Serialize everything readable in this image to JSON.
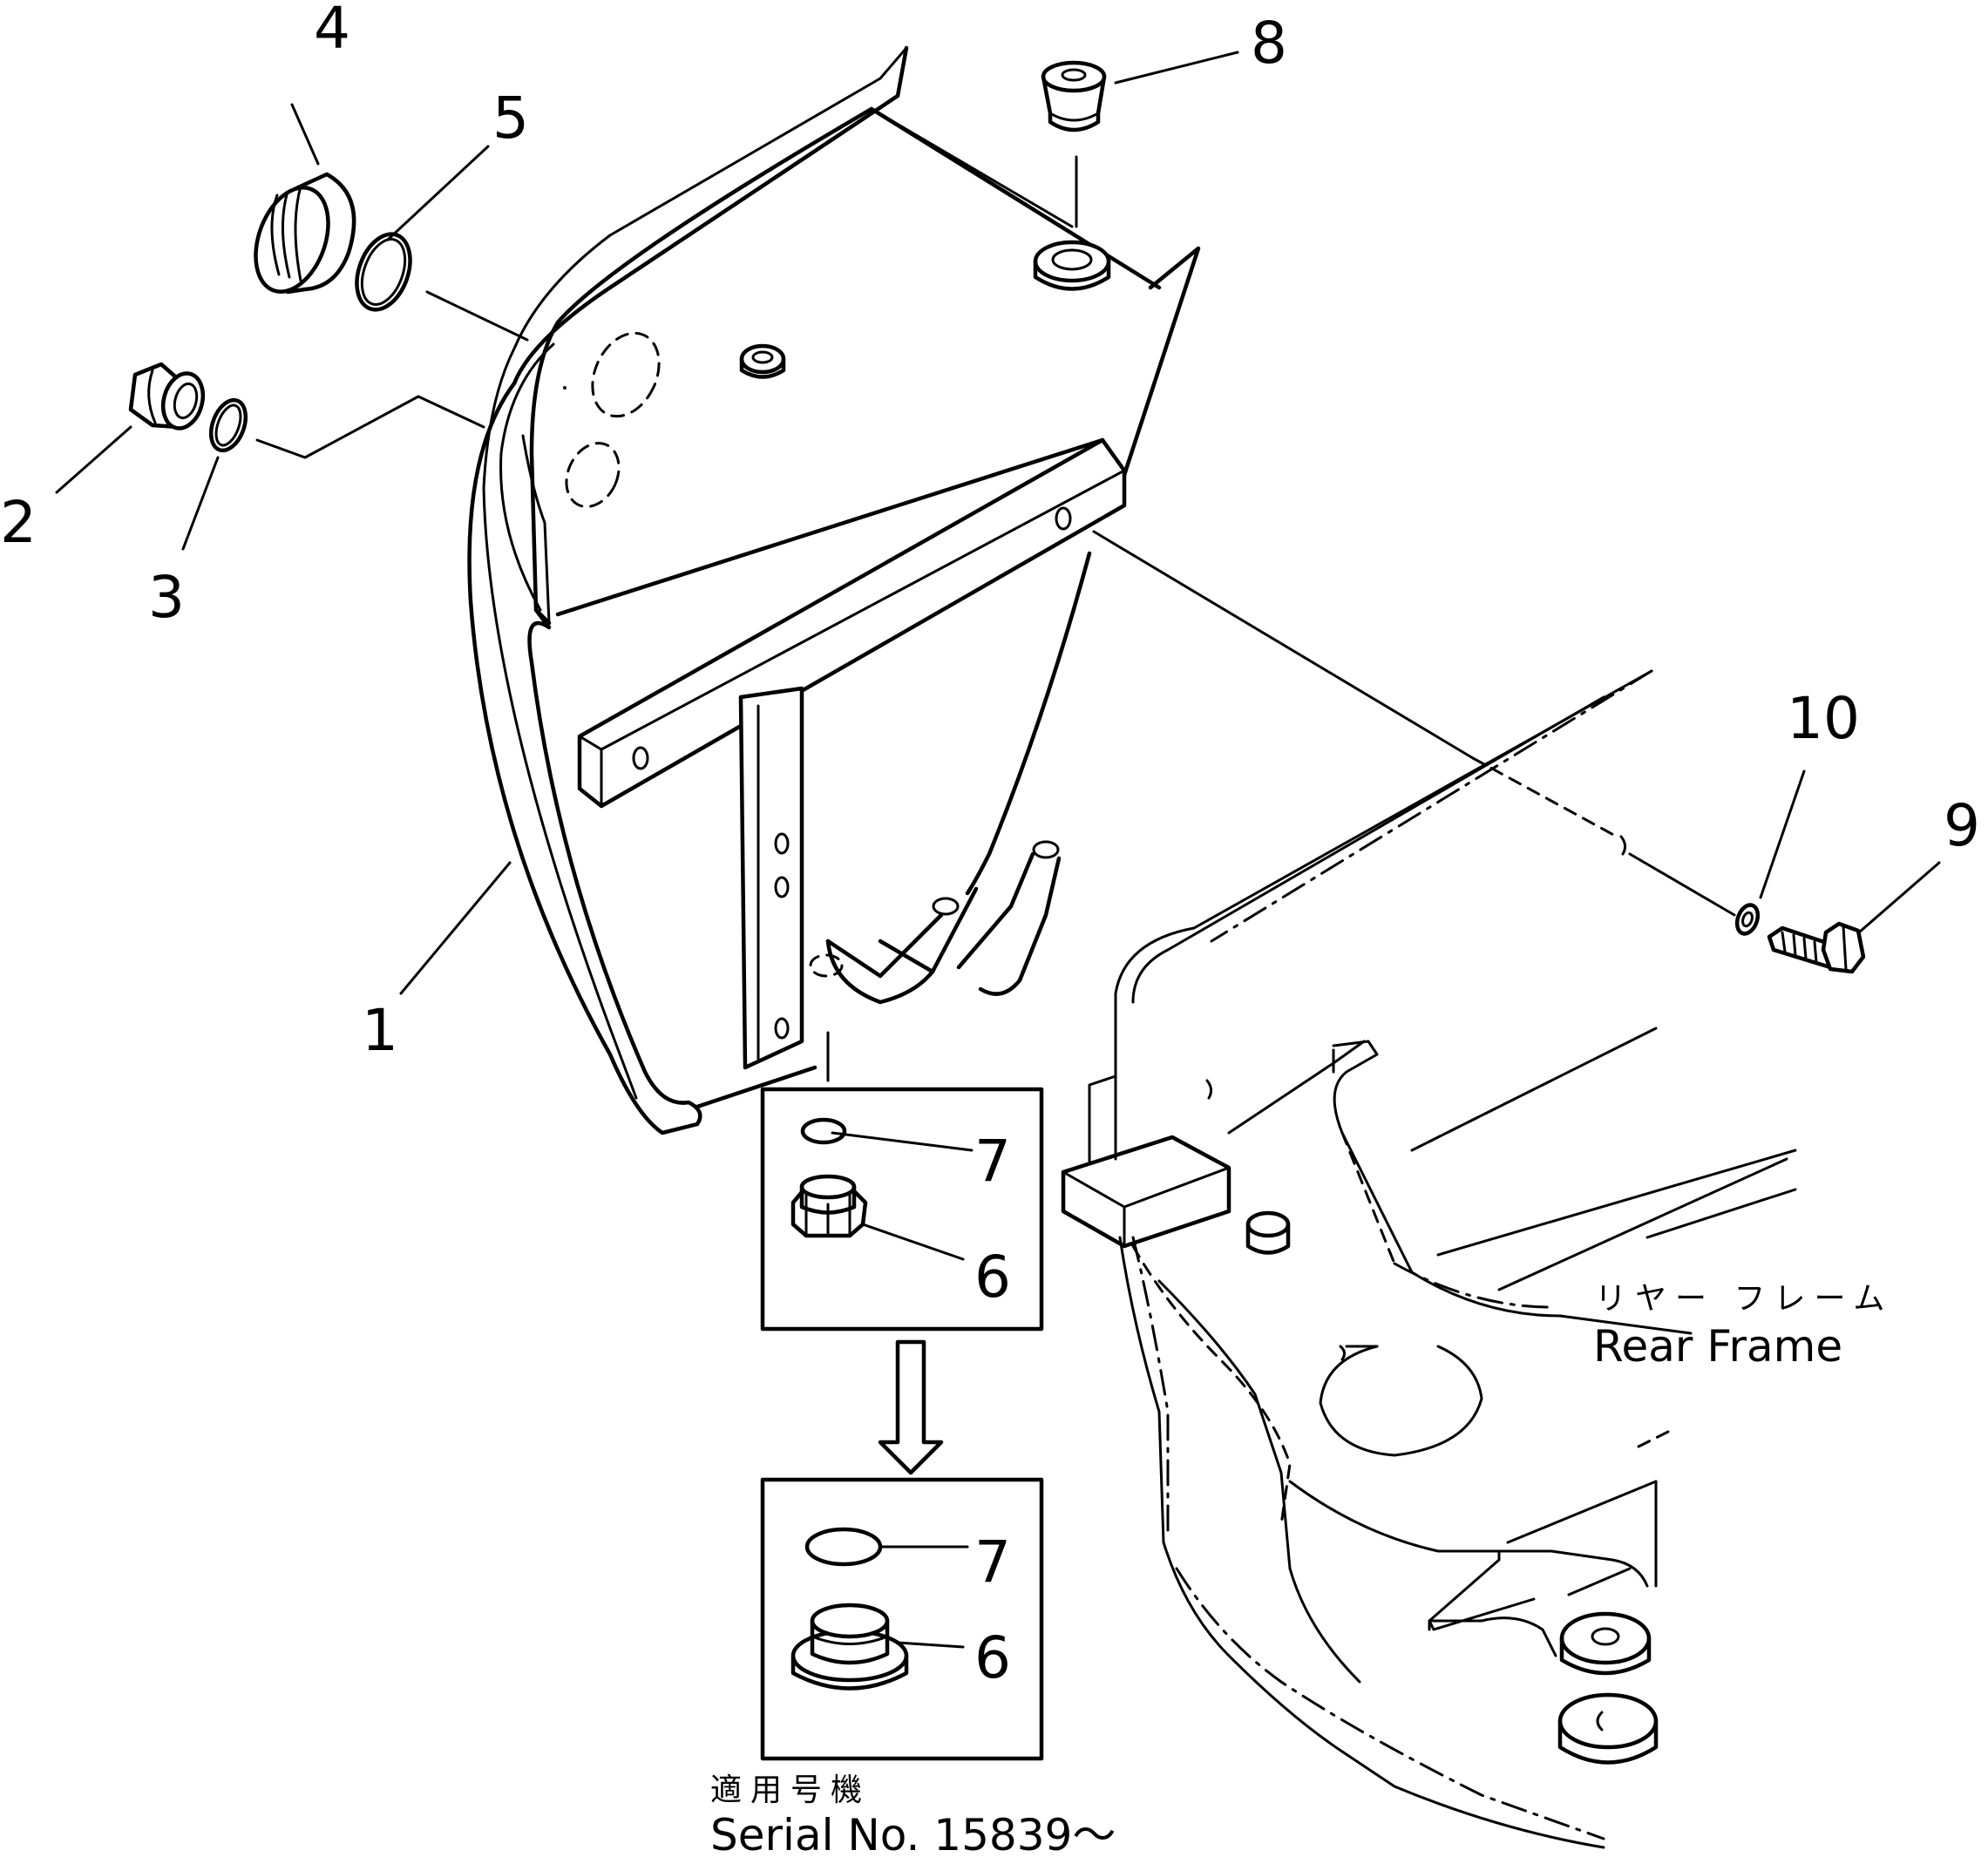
{
  "callouts": {
    "c1": "1",
    "c2": "2",
    "c3": "3",
    "c4": "4",
    "c5": "5",
    "c6a": "6",
    "c7a": "7",
    "c6b": "6",
    "c7b": "7",
    "c8": "8",
    "c9": "9",
    "c10": "10"
  },
  "labels": {
    "rear_frame_jp": "リヤー フレーム",
    "rear_frame_en": "Rear Frame",
    "serial_jp": "適用号機",
    "serial_en": "Serial No. 15839～"
  },
  "colors": {
    "line": "#000000",
    "background": "#ffffff"
  }
}
